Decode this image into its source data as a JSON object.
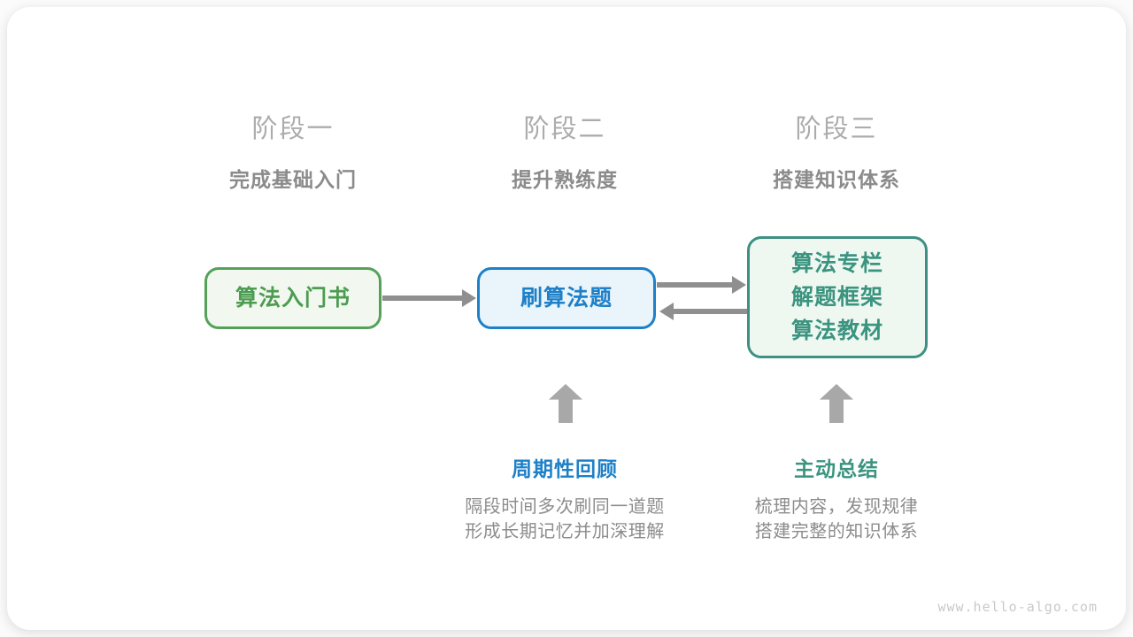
{
  "site": {
    "watermark": "www.hello-algo.com"
  },
  "stages": [
    {
      "title": "阶段一",
      "subtitle": "完成基础入门"
    },
    {
      "title": "阶段二",
      "subtitle": "提升熟练度"
    },
    {
      "title": "阶段三",
      "subtitle": "搭建知识体系"
    }
  ],
  "nodes": [
    {
      "label": "算法入门书",
      "accent": "#55a15a",
      "fill": "#f2f8ef"
    },
    {
      "label": "刷算法题",
      "accent": "#1d80c8",
      "fill": "#eaf4fb"
    },
    {
      "lines": [
        "算法专栏",
        "解题框架",
        "算法教材"
      ],
      "accent": "#3d9083",
      "fill": "#eff7f1"
    }
  ],
  "annotations": [
    {
      "title": "周期性回顾",
      "accent": "#1d80c8",
      "desc_lines": [
        "隔段时间多次刷同一道题",
        "形成长期记忆并加深理解"
      ]
    },
    {
      "title": "主动总结",
      "accent": "#3b9480",
      "desc_lines": [
        "梳理内容，发现规律",
        "搭建完整的知识体系"
      ]
    }
  ],
  "colors": {
    "arrow": "#8f8f8f",
    "up_arrow": "#a8a8a8",
    "stage_title": "#acacac",
    "stage_subtitle": "#8b8b8b",
    "description": "#8c8c8c"
  }
}
